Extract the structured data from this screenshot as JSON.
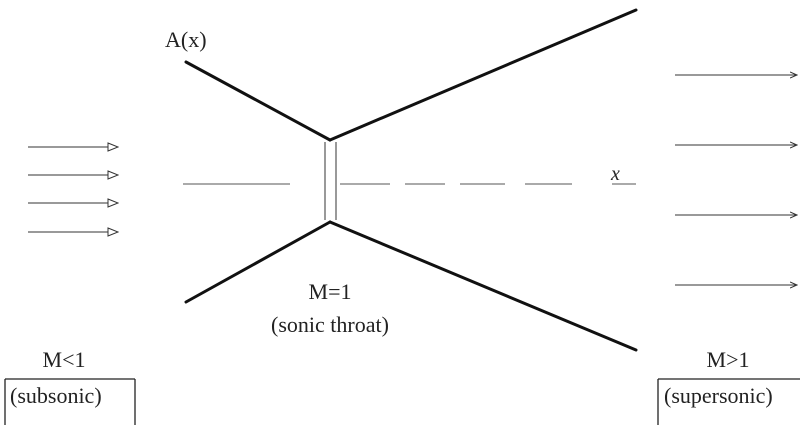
{
  "labels": {
    "area": "A(x)",
    "axis": "x",
    "throat_mach": "M=1",
    "throat_desc": "(sonic throat)",
    "inlet_mach": "M<1",
    "inlet_desc": "(subsonic)",
    "outlet_mach": "M>1",
    "outlet_desc": "(supersonic)"
  },
  "colors": {
    "ink": "#222222",
    "wall": "#111111",
    "arrow": "#333333",
    "centerline": "#555555"
  },
  "icons": {
    "inlet_arrows": "open-triangle-arrow-right",
    "outlet_arrows": "small-arrow-right"
  }
}
